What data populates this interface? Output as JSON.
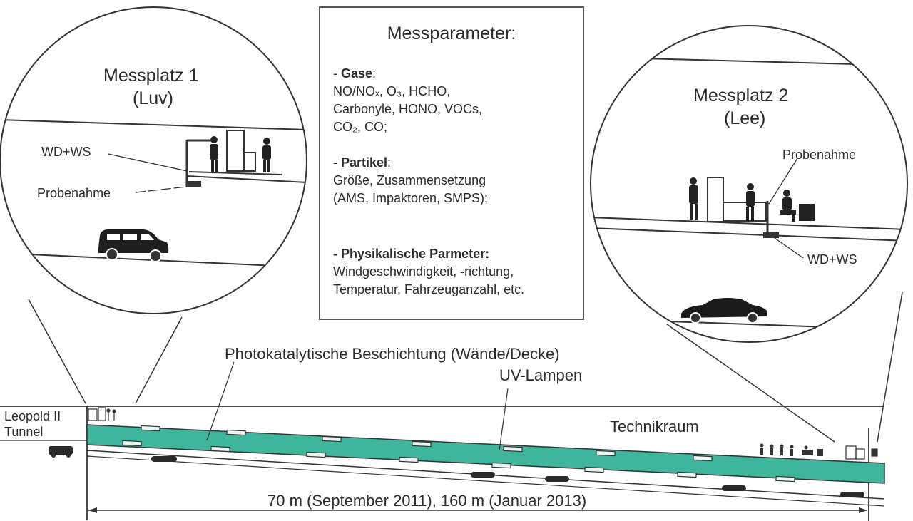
{
  "param_box": {
    "title": "Messparameter:",
    "gases_dash": "- ",
    "gases_label": "Gase",
    "gases_colon": ":",
    "gases_lines": [
      "NO/NOₓ, O₃, HCHO,",
      "Carbonyle, HONO, VOCs,",
      "CO₂, CO;"
    ],
    "particles_dash": "- ",
    "particles_label": "Partikel",
    "particles_colon": ":",
    "particles_lines": [
      "Größe, Zusammensetzung",
      "(AMS, Impaktoren, SMPS);"
    ],
    "physics_label": "- Physikalische Parmeter:",
    "physics_lines": [
      "Windgeschwindigkeit, -richtung,",
      "Temperatur, Fahrzeuganzahl, etc."
    ]
  },
  "station1": {
    "title_line1": "Messplatz 1",
    "title_line2": "(Luv)",
    "wind_label": "WD+WS",
    "sampling_label": "Probenahme"
  },
  "station2": {
    "title_line1": "Messplatz 2",
    "title_line2": "(Lee)",
    "sampling_label": "Probenahme",
    "wind_label": "WD+WS"
  },
  "tunnel": {
    "coating_label": "Photokatalytische Beschichtung (Wände/Decke)",
    "uv_label": "UV-Lampen",
    "tech_room_label": "Technikraum",
    "name_line1": "Leopold II",
    "name_line2": "Tunnel",
    "length_label": "70 m (September 2011), 160 m (Januar 2013)"
  },
  "colors": {
    "coating_band": "#3fb59b",
    "line": "#2e2e2e",
    "background": "#ffffff"
  }
}
